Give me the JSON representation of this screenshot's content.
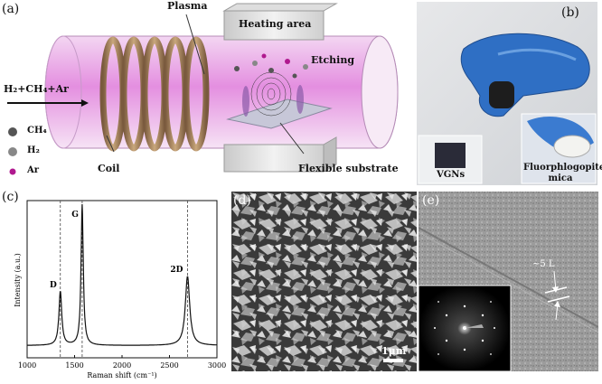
{
  "panel_a": {
    "label": "(a)",
    "plasma": "Plasma",
    "heating_area": "Heating area",
    "etching": "Etching",
    "gas_input": "H₂+CH₄+Ar",
    "coil": "Coil",
    "flexible_substrate": "Flexible substrate",
    "legend": [
      {
        "name": "CH₄",
        "color": "#555555"
      },
      {
        "name": "H₂",
        "color": "#888888"
      },
      {
        "name": "Ar",
        "color": "#b0198f"
      }
    ]
  },
  "panel_b": {
    "label": "(b)",
    "vgns": "VGNs",
    "mica": "Fluorphlogopite mica"
  },
  "panel_c": {
    "label": "(c)",
    "peak_labels": [
      "D",
      "G",
      "2D"
    ]
  },
  "panel_d": {
    "label": "(d)",
    "scalebar": "1μm"
  },
  "panel_e": {
    "label": "(e)",
    "layers": "~5 L"
  },
  "chart_data": {
    "type": "line",
    "title": "",
    "xlabel": "Raman shift (cm⁻¹)",
    "ylabel": "Intensity (a.u.)",
    "xlim": [
      1000,
      3000
    ],
    "xticks": [
      1000,
      1500,
      2000,
      2500,
      3000
    ],
    "y_ticks_shown": false,
    "grid": false,
    "reference_lines_x": [
      1350,
      1580,
      2690
    ],
    "peaks": [
      {
        "name": "D",
        "x": 1350,
        "height": 0.43
      },
      {
        "name": "G",
        "x": 1580,
        "height": 1.0
      },
      {
        "name": "2D",
        "x": 2690,
        "height": 0.53
      }
    ],
    "baseline": 0.08
  }
}
